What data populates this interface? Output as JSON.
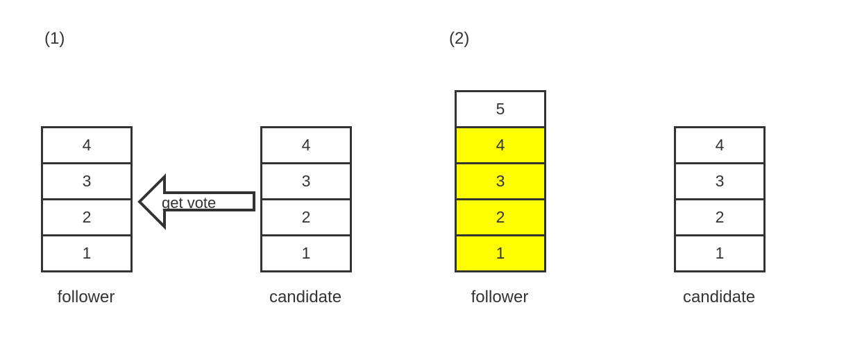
{
  "panels": [
    {
      "label": "(1)",
      "follower": {
        "caption": "follower",
        "entries": [
          "4",
          "3",
          "2",
          "1"
        ],
        "highlighted": []
      },
      "candidate": {
        "caption": "candidate",
        "entries": [
          "4",
          "3",
          "2",
          "1"
        ]
      },
      "arrow": {
        "label": "get vote",
        "direction": "candidate-to-follower"
      }
    },
    {
      "label": "(2)",
      "follower": {
        "caption": "follower",
        "entries": [
          "5",
          "4",
          "3",
          "2",
          "1"
        ],
        "highlighted": [
          "4",
          "3",
          "2",
          "1"
        ]
      },
      "candidate": {
        "caption": "candidate",
        "entries": [
          "4",
          "3",
          "2",
          "1"
        ]
      }
    }
  ],
  "colors": {
    "highlight": "#ffff00",
    "stroke": "#333333",
    "text": "#333333"
  }
}
